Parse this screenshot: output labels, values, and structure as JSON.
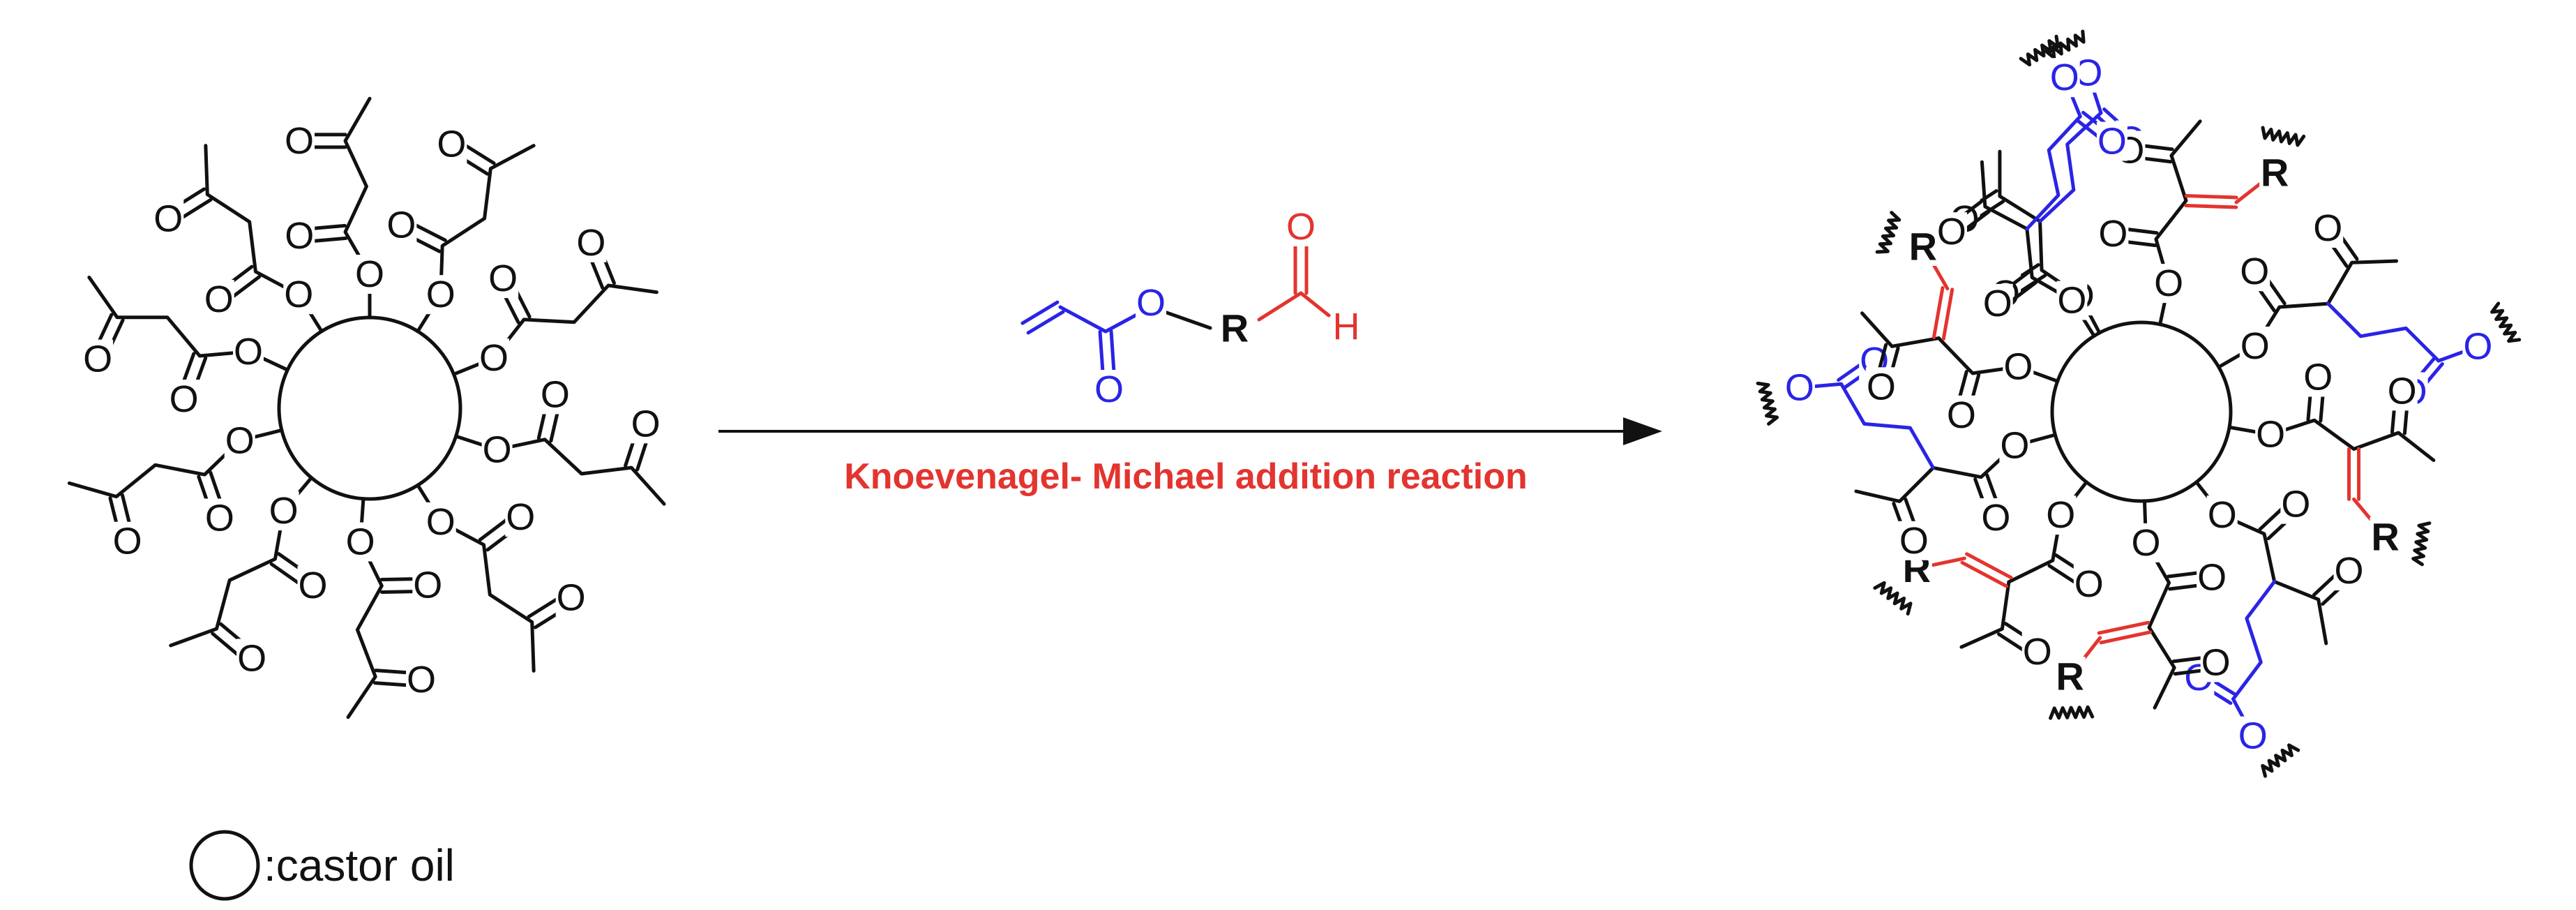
{
  "scheme": {
    "reaction_label": "Knoevenagel- Michael addition reaction",
    "legend_label": ":castor oil"
  },
  "atoms": {
    "oxygen": "O",
    "hydrogen": "H",
    "r_group": "R"
  },
  "colors": {
    "black": "#111111",
    "acrylate_blue": "#2a24e6",
    "aldehyde_red": "#e3342f"
  }
}
